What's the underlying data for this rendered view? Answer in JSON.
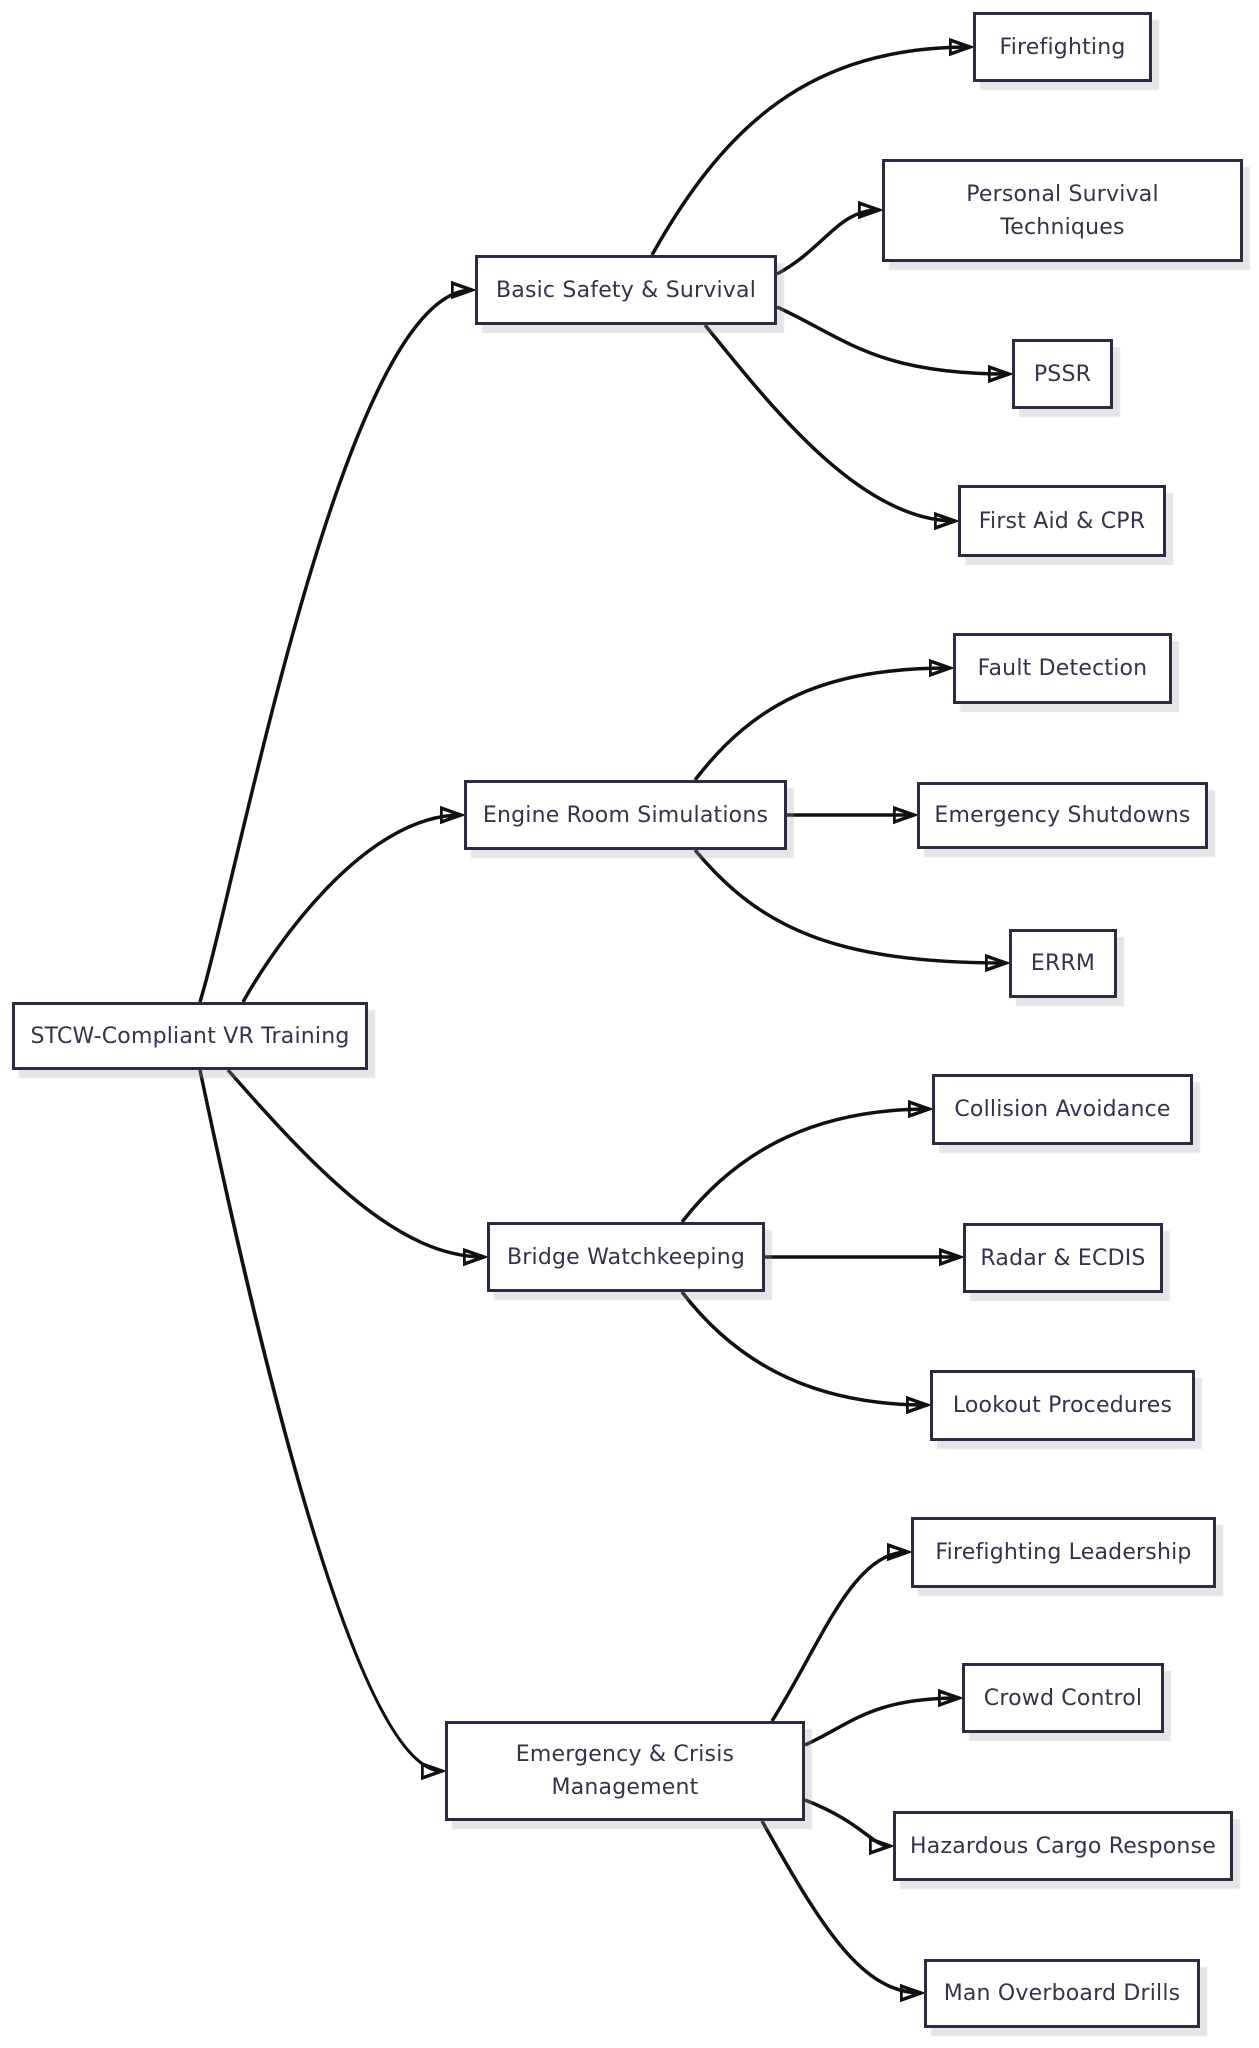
{
  "diagram": {
    "type": "flowchart-left-to-right",
    "root": {
      "label": "STCW-Compliant VR Training"
    },
    "branches": [
      {
        "label": "Basic Safety & Survival",
        "children": [
          "Firefighting",
          "Personal Survival Techniques",
          "PSSR",
          "First Aid & CPR"
        ]
      },
      {
        "label": "Engine Room Simulations",
        "children": [
          "Fault Detection",
          "Emergency Shutdowns",
          "ERRM"
        ]
      },
      {
        "label": "Bridge Watchkeeping",
        "children": [
          "Collision Avoidance",
          "Radar & ECDIS",
          "Lookout Procedures"
        ]
      },
      {
        "label": "Emergency & Crisis Management",
        "children": [
          "Firefighting Leadership",
          "Crowd Control",
          "Hazardous Cargo Response",
          "Man Overboard Drills"
        ]
      }
    ],
    "colors": {
      "background": "#ffffff",
      "node_fill": "#ffffff",
      "node_border": "#2b2b44",
      "node_text": "#33334b",
      "edge": "#111111",
      "shadow": "#d9d9de"
    }
  }
}
